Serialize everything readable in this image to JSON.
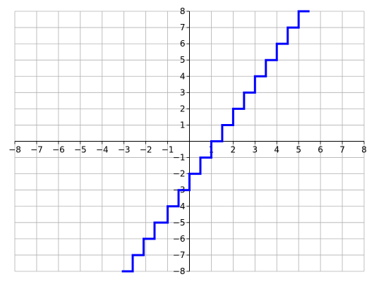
{
  "chart_data": {
    "type": "line",
    "title": "",
    "xlabel": "",
    "ylabel": "",
    "xlim": [
      -8,
      8
    ],
    "ylim": [
      -8,
      8
    ],
    "x_ticks": [
      -8,
      -7,
      -6,
      -5,
      -4,
      -3,
      -2,
      -1,
      1,
      2,
      3,
      4,
      5,
      6,
      7,
      8
    ],
    "y_ticks": [
      -8,
      -7,
      -6,
      -5,
      -4,
      -3,
      -2,
      -1,
      1,
      2,
      3,
      4,
      5,
      6,
      7,
      8
    ],
    "x_tick_labels": [
      "−8",
      "−7",
      "−6",
      "−5",
      "−4",
      "−3",
      "−2",
      "−1",
      "1",
      "2",
      "3",
      "4",
      "5",
      "6",
      "7",
      "8"
    ],
    "y_tick_labels": [
      "−8",
      "−7",
      "−6",
      "−5",
      "−4",
      "−3",
      "−2",
      "−1",
      "1",
      "2",
      "3",
      "4",
      "5",
      "6",
      "7",
      "8"
    ],
    "grid": true,
    "axes_through_origin": true,
    "series": [
      {
        "style": "step",
        "color": "#0000ff",
        "steps": [
          {
            "x_start": -3.1,
            "x_end": -2.6,
            "y": -8
          },
          {
            "x_start": -2.6,
            "x_end": -2.1,
            "y": -7
          },
          {
            "x_start": -2.1,
            "x_end": -1.6,
            "y": -6
          },
          {
            "x_start": -1.6,
            "x_end": -1.0,
            "y": -5
          },
          {
            "x_start": -1.0,
            "x_end": -0.5,
            "y": -4
          },
          {
            "x_start": -0.5,
            "x_end": -0.4,
            "y": -3
          },
          {
            "x_start": -0.4,
            "x_end": 0.0,
            "y": -3
          },
          {
            "x_start": 0.0,
            "x_end": 0.5,
            "y": -2
          },
          {
            "x_start": 0.5,
            "x_end": 1.0,
            "y": -1
          },
          {
            "x_start": 1.0,
            "x_end": 1.5,
            "y": 0
          },
          {
            "x_start": 1.5,
            "x_end": 2.0,
            "y": 1
          },
          {
            "x_start": 2.0,
            "x_end": 2.5,
            "y": 2
          },
          {
            "x_start": 2.5,
            "x_end": 3.0,
            "y": 3
          },
          {
            "x_start": 3.0,
            "x_end": 3.5,
            "y": 4
          },
          {
            "x_start": 3.5,
            "x_end": 4.0,
            "y": 5
          },
          {
            "x_start": 4.0,
            "x_end": 4.5,
            "y": 6
          },
          {
            "x_start": 4.5,
            "x_end": 5.0,
            "y": 7
          },
          {
            "x_start": 5.0,
            "x_end": 5.5,
            "y": 8
          }
        ]
      }
    ]
  }
}
